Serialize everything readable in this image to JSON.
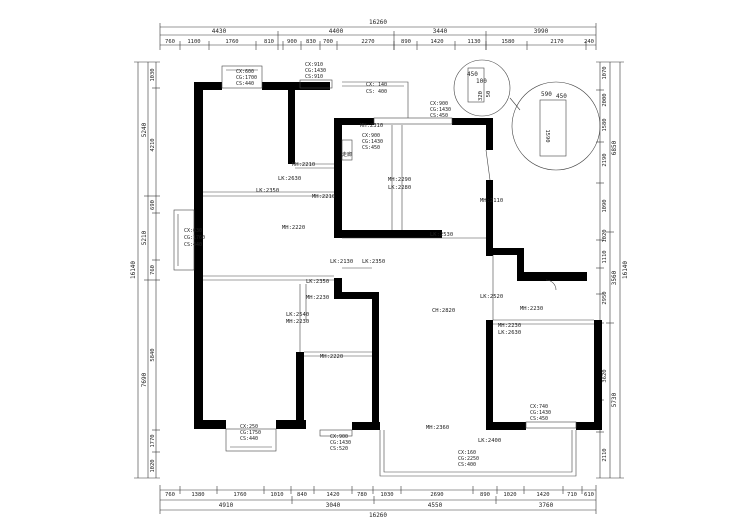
{
  "dimensions": {
    "top_total": "16260",
    "top_mid": [
      "4430",
      "4400",
      "3440",
      "3990"
    ],
    "top_detail": [
      "760",
      "1100",
      "1760",
      "810",
      "900",
      "830",
      "700",
      "2270",
      "890",
      "1420",
      "1130",
      "1580",
      "2170",
      "240"
    ],
    "bottom_total": "16260",
    "bottom_mid": [
      "4910",
      "3040",
      "4550",
      "3760"
    ],
    "bottom_detail": [
      "760",
      "1380",
      "1760",
      "1010",
      "840",
      "1420",
      "780",
      "1030",
      "2690",
      "890",
      "1020",
      "1420",
      "710",
      "610"
    ],
    "left_total": "16140",
    "left_mid": [
      "5240",
      "5210",
      "7690"
    ],
    "left_detail": [
      "1030",
      "4210",
      "690",
      "760",
      "5840",
      "1770",
      "1020"
    ],
    "right_total": "16140",
    "right_mid": [
      "6850",
      "3560",
      "5730"
    ],
    "right_detail": [
      "1070",
      "2000",
      "1580",
      "2190",
      "1090",
      "1020",
      "1110",
      "2950",
      "3620",
      "2110"
    ]
  },
  "window_labels": [
    {
      "lines": [
        "CX:600",
        "CG:1700",
        "CS:440"
      ]
    },
    {
      "lines": [
        "CX:910",
        "CG:1430",
        "CS:910"
      ]
    },
    {
      "lines": [
        "CX: 140",
        "CS: 400"
      ]
    },
    {
      "lines": [
        "CX:900",
        "CG:1430",
        "CS:450"
      ]
    },
    {
      "lines": [
        "CX:900",
        "CG:1430",
        "CS:450"
      ]
    },
    {
      "lines": [
        "CX:630",
        "CG:1760",
        "CS:440"
      ]
    },
    {
      "lines": [
        "CX:250",
        "CG:1750",
        "CS:440"
      ]
    },
    {
      "lines": [
        "CX:900",
        "CG:1430",
        "CS:520"
      ]
    },
    {
      "lines": [
        "CX:740",
        "CG:1430",
        "CS:450"
      ]
    },
    {
      "lines": [
        "CX:160",
        "CG:2250",
        "CS:400"
      ]
    }
  ],
  "room_labels": [
    "MH:2310",
    "MH:2210",
    "LK:2630",
    "LK:2350",
    "MH:2210",
    "MH:2220",
    "MH:2290",
    "LK:2280",
    "MH:2110",
    "LK:2530",
    "LK:2130",
    "LK:2350",
    "LK:2350",
    "MH:2230",
    "LK:2540",
    "MH:2230",
    "CH:2820",
    "LK:2520",
    "MH:2230",
    "MH:2230",
    "LK:2630",
    "MH:2220",
    "MH:2360",
    "LK:2400"
  ],
  "detail_labels": [
    "450",
    "100",
    "320",
    "50",
    "590",
    "1590"
  ],
  "misc": {
    "stair_label": "走廊"
  }
}
